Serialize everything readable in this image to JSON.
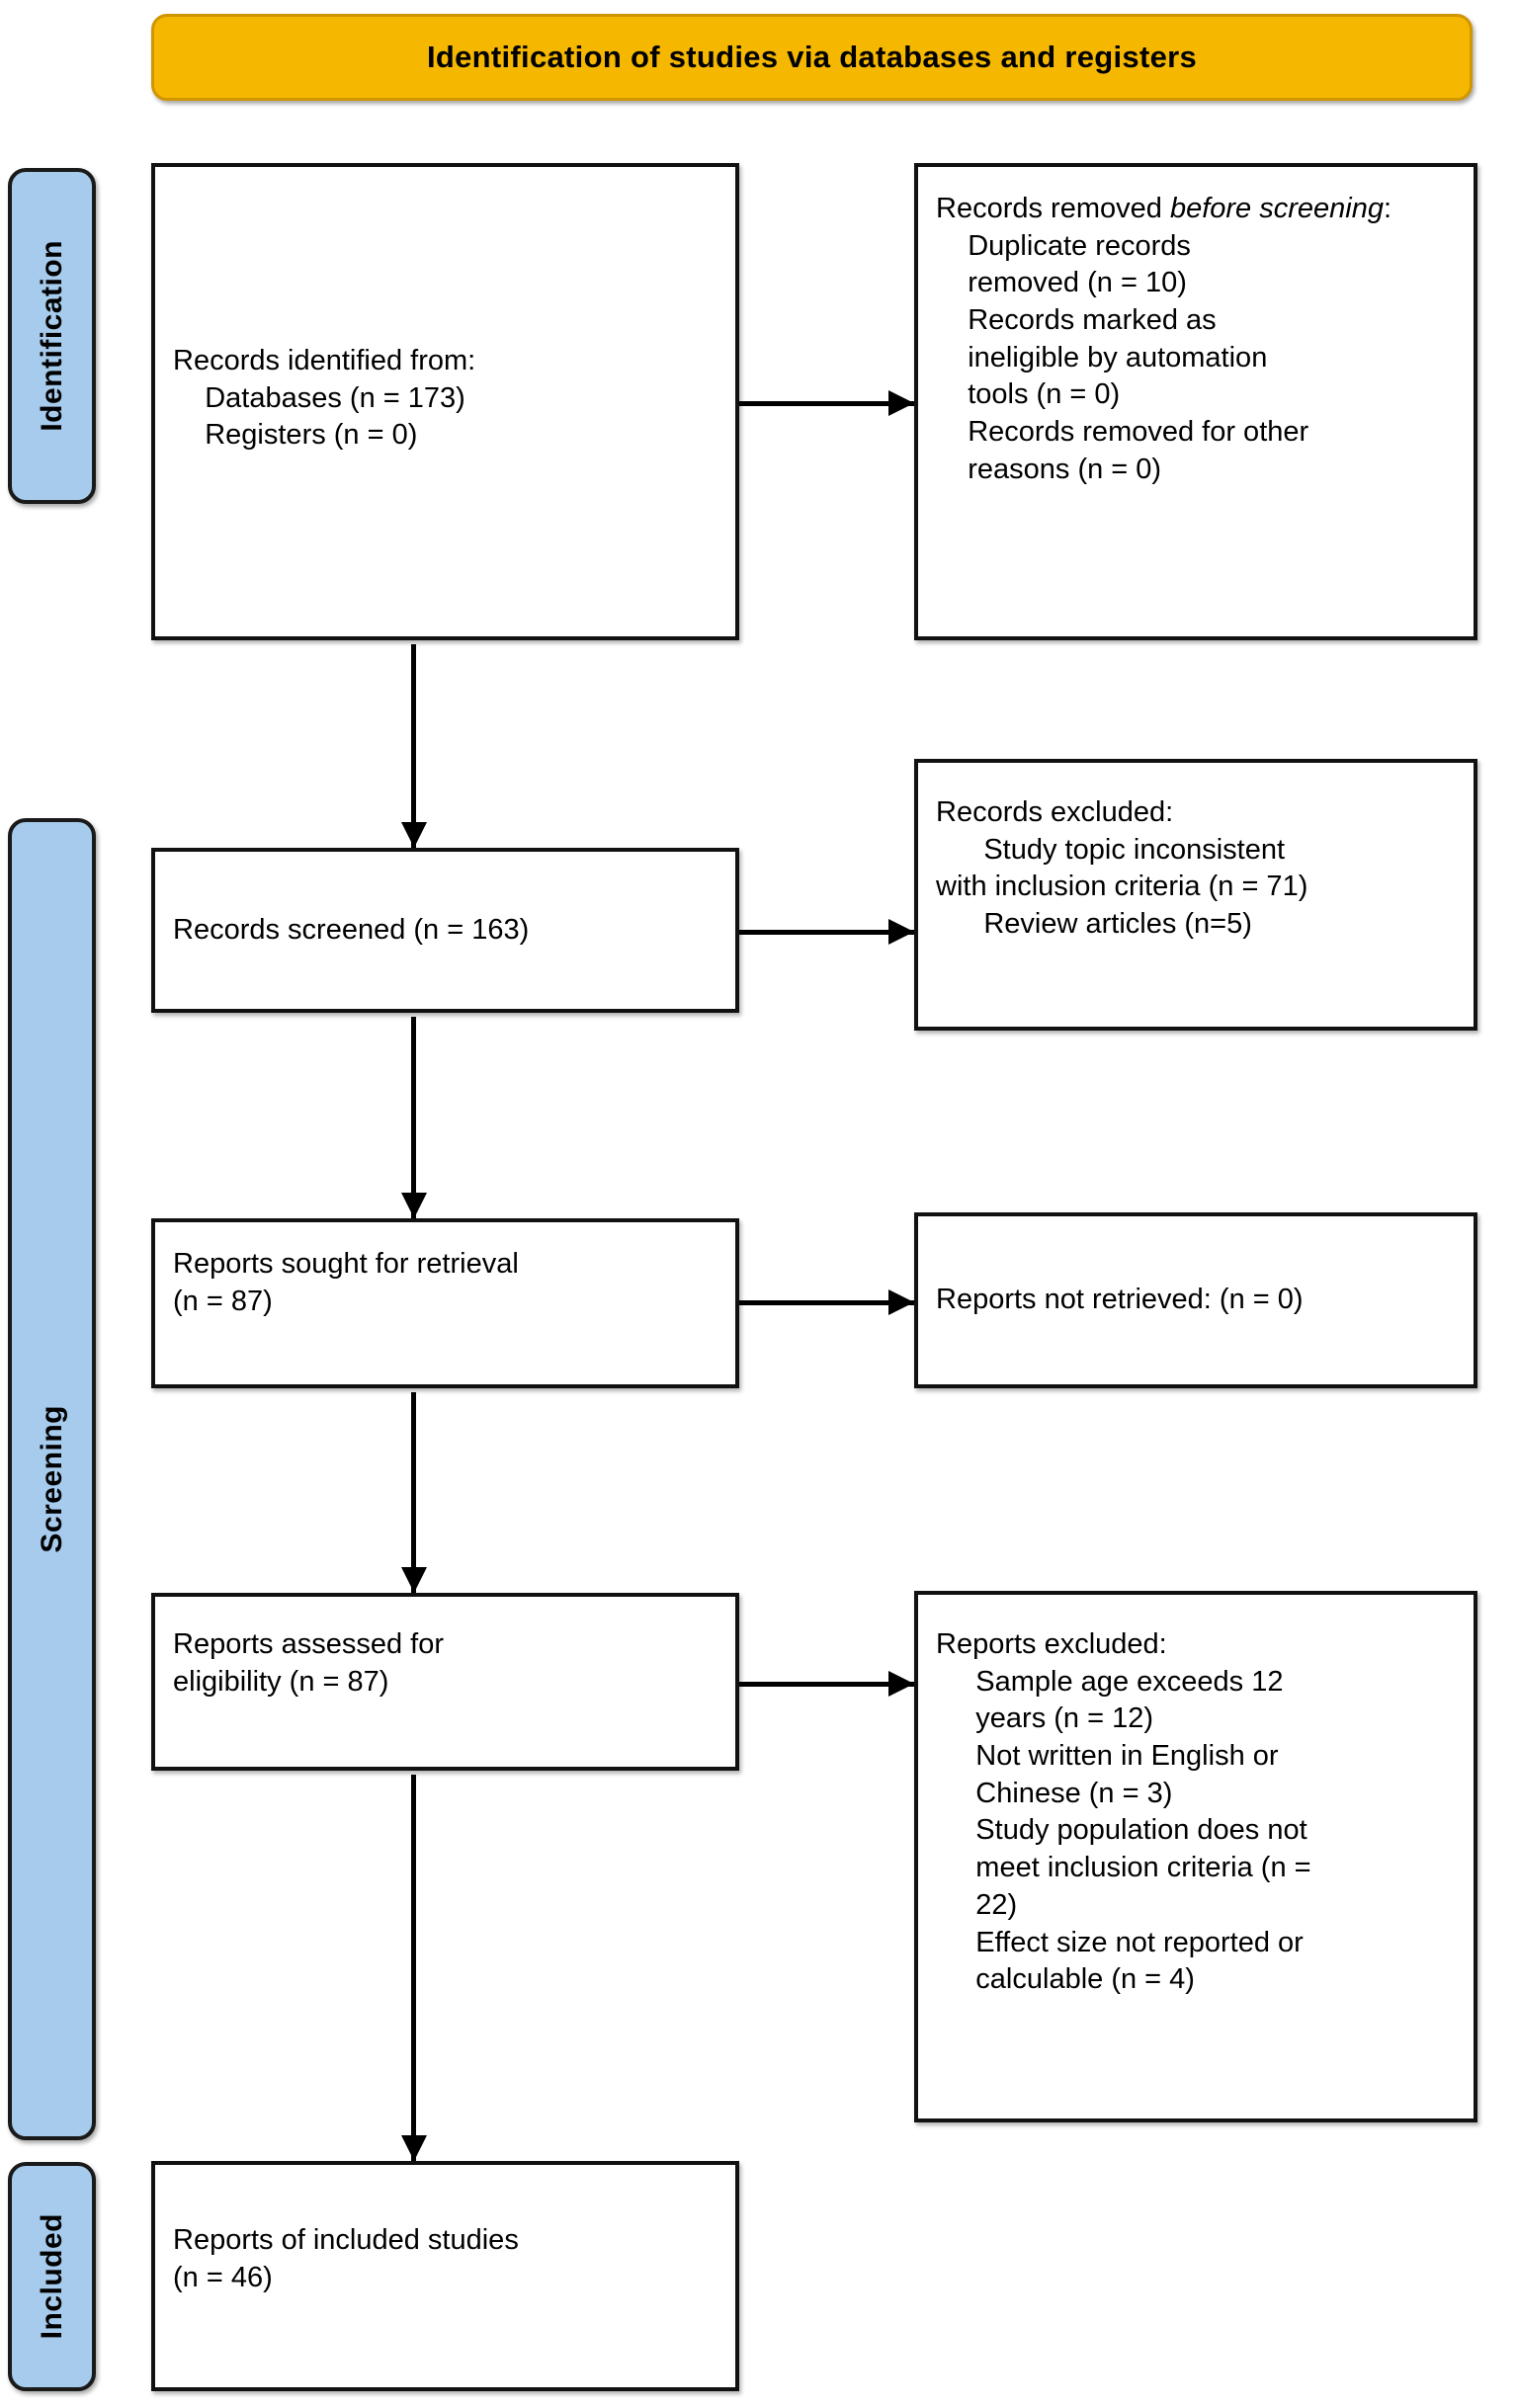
{
  "header": {
    "title": "Identification of studies via databases and registers"
  },
  "stages": [
    {
      "key": "identification",
      "label": "Identification"
    },
    {
      "key": "screening",
      "label": "Screening"
    },
    {
      "key": "included",
      "label": "Included"
    }
  ],
  "boxes": {
    "records_identified": "Records identified from:\n    Databases (n = 173)\n    Registers (n = 0)",
    "records_removed_before_line1": "Records removed ",
    "records_removed_before_italic": "before screening",
    "records_removed_before_rest": ":\n    Duplicate records\n    removed (n = 10)\n    Records marked as\n    ineligible by automation\n    tools (n = 0)\n    Records removed for other\n    reasons (n = 0)",
    "records_screened": "Records screened (n = 163)",
    "records_excluded": "Records excluded:\n      Study topic inconsistent\nwith inclusion criteria (n = 71)\n      Review articles (n=5)",
    "reports_sought": "Reports sought for retrieval\n(n = 87)",
    "reports_not_retrieved": "Reports not retrieved: (n = 0)",
    "reports_assessed": "Reports assessed for\neligibility (n = 87)",
    "reports_excluded": "Reports excluded:\n     Sample age exceeds 12\n     years (n = 12)\n     Not written in English or\n     Chinese (n = 3)\n     Study population does not\n     meet inclusion criteria (n =\n     22)\n     Effect size not reported or\n     calculable (n = 4)",
    "reports_included": "Reports of included studies\n(n = 46)"
  },
  "counts": {
    "databases": 173,
    "registers": 0,
    "duplicate_records_removed": 10,
    "ineligible_by_automation_tools": 0,
    "removed_other_reasons": 0,
    "records_screened": 163,
    "excluded_study_topic_inconsistent": 71,
    "excluded_review_articles": 5,
    "reports_sought_for_retrieval": 87,
    "reports_not_retrieved": 0,
    "reports_assessed_for_eligibility": 87,
    "excluded_sample_age_exceeds_12_years": 12,
    "excluded_not_english_or_chinese": 3,
    "excluded_population_not_meeting_criteria": 22,
    "excluded_effect_size_not_reported": 4,
    "reports_of_included_studies": 46
  },
  "colors": {
    "header_fill": "#f5b700",
    "header_border": "#d09600",
    "stage_fill": "#a6cbec",
    "stage_border": "#1a1a1a",
    "box_fill": "#ffffff",
    "box_border": "#111111",
    "arrow": "#000000",
    "text": "#000000"
  }
}
